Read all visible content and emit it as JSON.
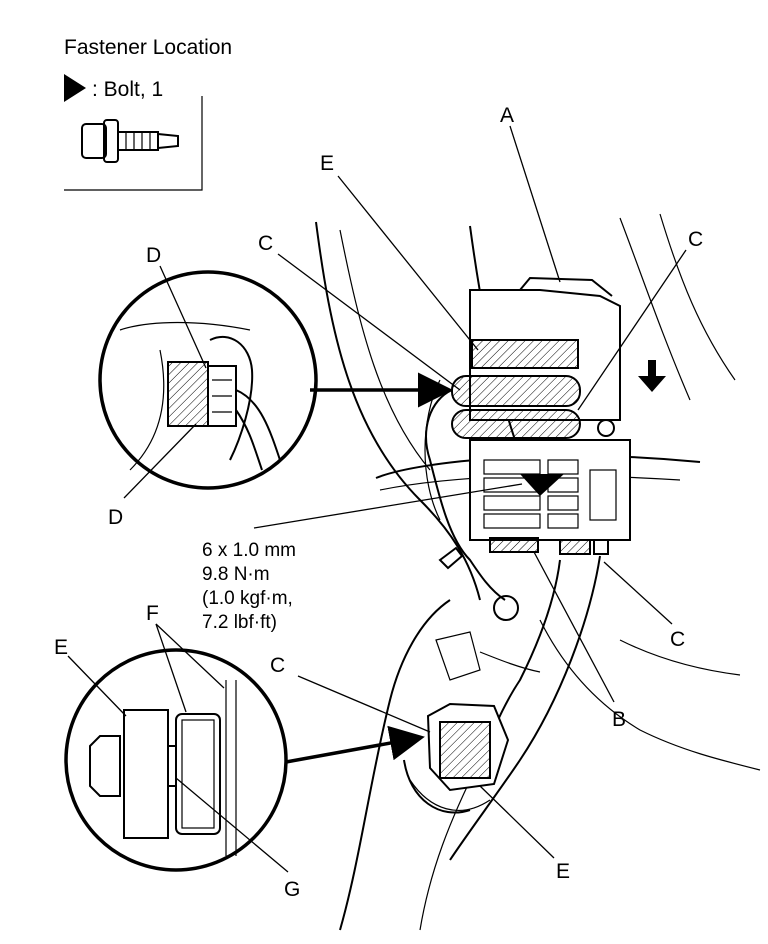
{
  "legend": {
    "title": "Fastener Location",
    "bolt_text": ": Bolt, 1",
    "bolt_icon": "triangle-pointer-icon"
  },
  "spec": {
    "line1": "6 x 1.0 mm",
    "line2": "9.8 N·m",
    "line3": "(1.0 kgf·m,",
    "line4": "7.2 lbf·ft)"
  },
  "callouts": {
    "A": "A",
    "B": "B",
    "C": "C",
    "D": "D",
    "E": "E",
    "F": "F",
    "G": "G"
  }
}
